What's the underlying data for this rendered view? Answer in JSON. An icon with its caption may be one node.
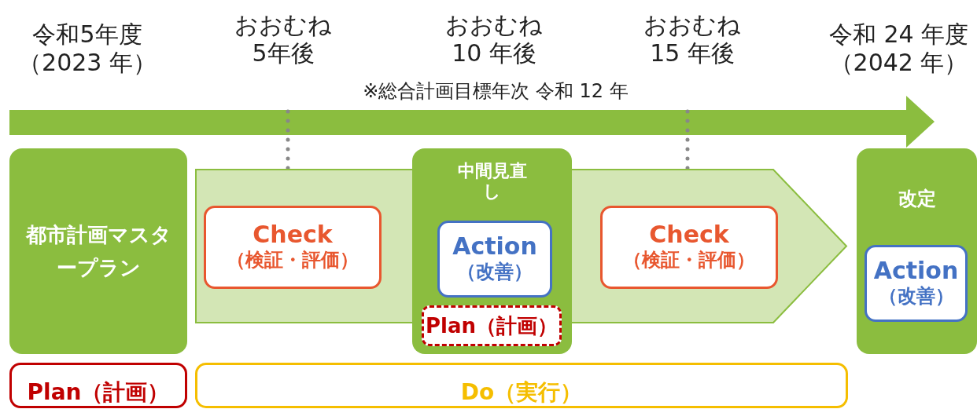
{
  "diagram": {
    "nodes": [
      {
        "text": [
          "都市計画マスタープラン"
        ]
      },
      {
        "text": [],
        "shape": "arrow"
      },
      {
        "text": [
          "Check",
          "（検証・評価）"
        ],
        "in": 1
      },
      {
        "text": [
          "中間見直し"
        ]
      },
      {
        "text": [
          "Action",
          "（改善）"
        ]
      },
      {
        "text": [
          "Plan（計画）"
        ],
        "in": 3
      },
      {
        "text": [
          "Check",
          "（検証・評価）"
        ],
        "in": 1
      },
      {
        "text": [
          "改定"
        ]
      },
      {
        "text": [
          "Action",
          "（改善）"
        ],
        "in": 7
      },
      {
        "text": [
          "Plan（計画）"
        ]
      },
      {
        "text": [
          "Do（実行）"
        ]
      }
    ],
    "edges": [],
    "labels": [
      "令和5年度（2023 年）",
      "おおむね5年後",
      "おおむね10 年後",
      "おおむね15 年後",
      "令和 24 年度（2042 年）",
      "※総合計画目標年次 令和 12 年"
    ]
  }
}
